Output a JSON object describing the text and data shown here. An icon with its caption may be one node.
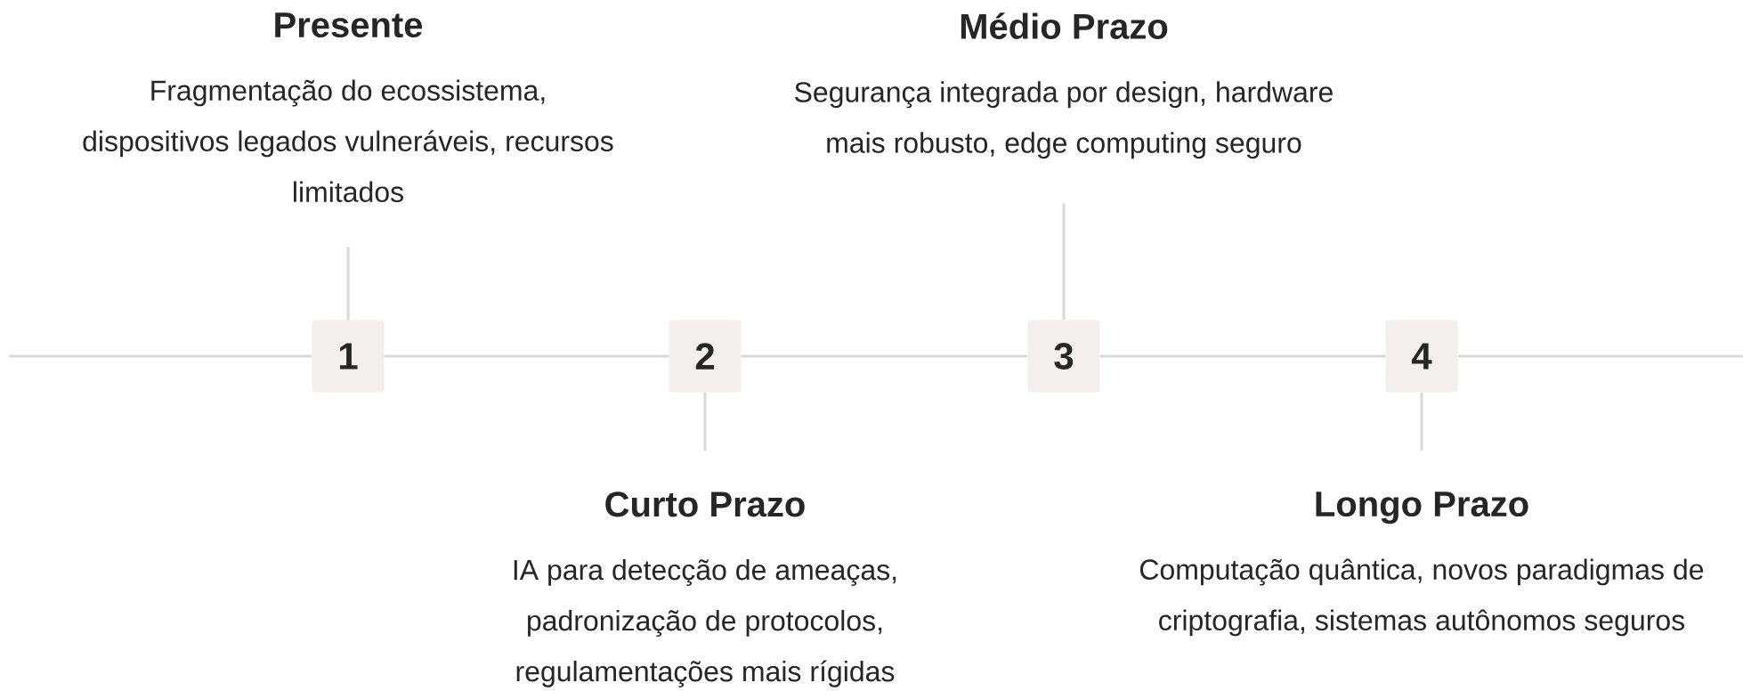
{
  "diagram": {
    "nodes": [
      {
        "text": [
          "Presente",
          "Fragmentação do ecossistema, dispositivos legados vulneráveis, recursos limitados"
        ]
      },
      {
        "text": [
          "Médio Prazo",
          "Segurança integrada por design, hardware mais robusto, edge computing seguro"
        ]
      },
      {
        "text": [
          "1"
        ]
      },
      {
        "text": [
          "2"
        ]
      },
      {
        "text": [
          "3"
        ]
      },
      {
        "text": [
          "4"
        ]
      },
      {
        "text": [
          "Curto Prazo",
          "IA para detecção de ameaças, padronização de protocolos, regulamentações mais rígidas"
        ]
      },
      {
        "text": [
          "Longo Prazo",
          "Computação quântica, novos paradigmas de criptografia, sistemas autônomos seguros"
        ]
      }
    ],
    "edges": [
      {
        "from": 2,
        "to": 0,
        "arrow": "none"
      },
      {
        "from": 3,
        "to": 6,
        "arrow": "none"
      },
      {
        "from": 4,
        "to": 1,
        "arrow": "none"
      },
      {
        "from": 5,
        "to": 7,
        "arrow": "none"
      },
      {
        "from": null,
        "to": 2,
        "arrow": "none"
      },
      {
        "from": 2,
        "to": 3,
        "arrow": "none"
      },
      {
        "from": 3,
        "to": 4,
        "arrow": "none"
      },
      {
        "from": 4,
        "to": 5,
        "arrow": "none"
      },
      {
        "from": 5,
        "to": null,
        "arrow": "none"
      }
    ]
  }
}
